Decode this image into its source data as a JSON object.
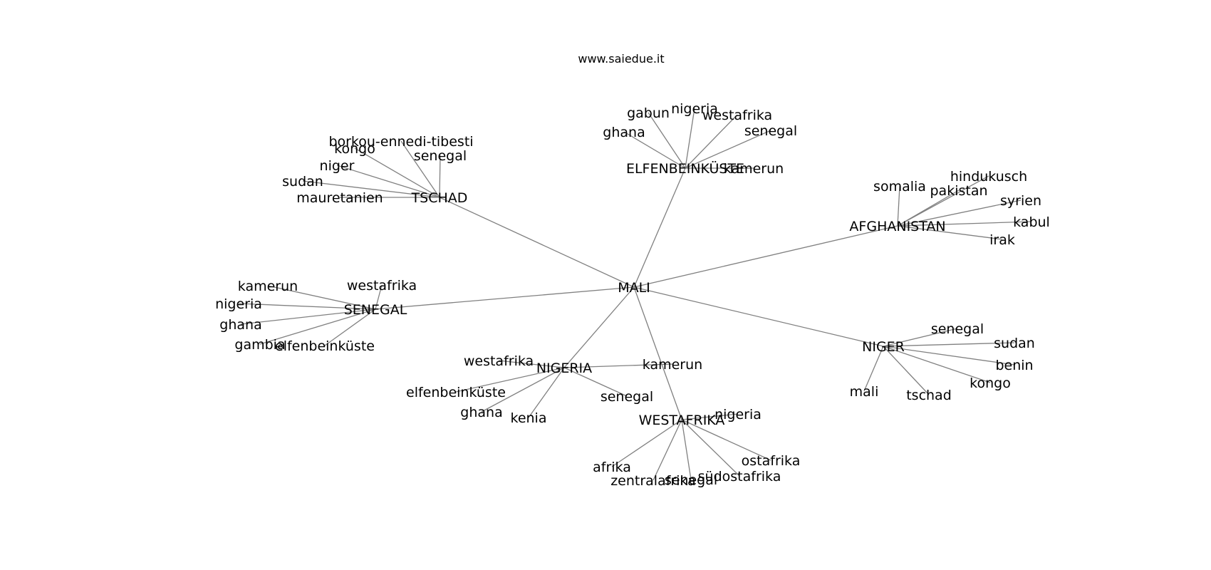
{
  "site": "www.saiedue.it",
  "center": "MALI",
  "hubs": [
    {
      "id": "elfenbeinkueste",
      "label": "ELFENBEINKÜSTE",
      "leaves": [
        "gabun",
        "nigeria",
        "westafrika",
        "senegal",
        "ghana",
        "kamerun"
      ]
    },
    {
      "id": "tschad",
      "label": "TSCHAD",
      "leaves": [
        "borkou-ennedi-tibesti",
        "kongo",
        "senegal",
        "niger",
        "sudan",
        "mauretanien"
      ]
    },
    {
      "id": "afghanistan",
      "label": "AFGHANISTAN",
      "leaves": [
        "somalia",
        "hindukusch",
        "pakistan",
        "syrien",
        "kabul",
        "irak"
      ]
    },
    {
      "id": "senegal",
      "label": "SENEGAL",
      "leaves": [
        "kamerun",
        "westafrika",
        "nigeria",
        "ghana",
        "gambia",
        "elfenbeinküste"
      ]
    },
    {
      "id": "niger",
      "label": "NIGER",
      "leaves": [
        "senegal",
        "sudan",
        "benin",
        "kongo",
        "mali",
        "tschad"
      ]
    },
    {
      "id": "nigeria",
      "label": "NIGERIA",
      "leaves": [
        "westafrika",
        "kamerun",
        "elfenbeinküste",
        "ghana",
        "kenia",
        "senegal"
      ]
    },
    {
      "id": "westafrika",
      "label": "WESTAFRIKA",
      "leaves": [
        "nigeria",
        "ostafrika",
        "afrika",
        "zentralafrika",
        "senegal",
        "südostafrika"
      ]
    }
  ]
}
